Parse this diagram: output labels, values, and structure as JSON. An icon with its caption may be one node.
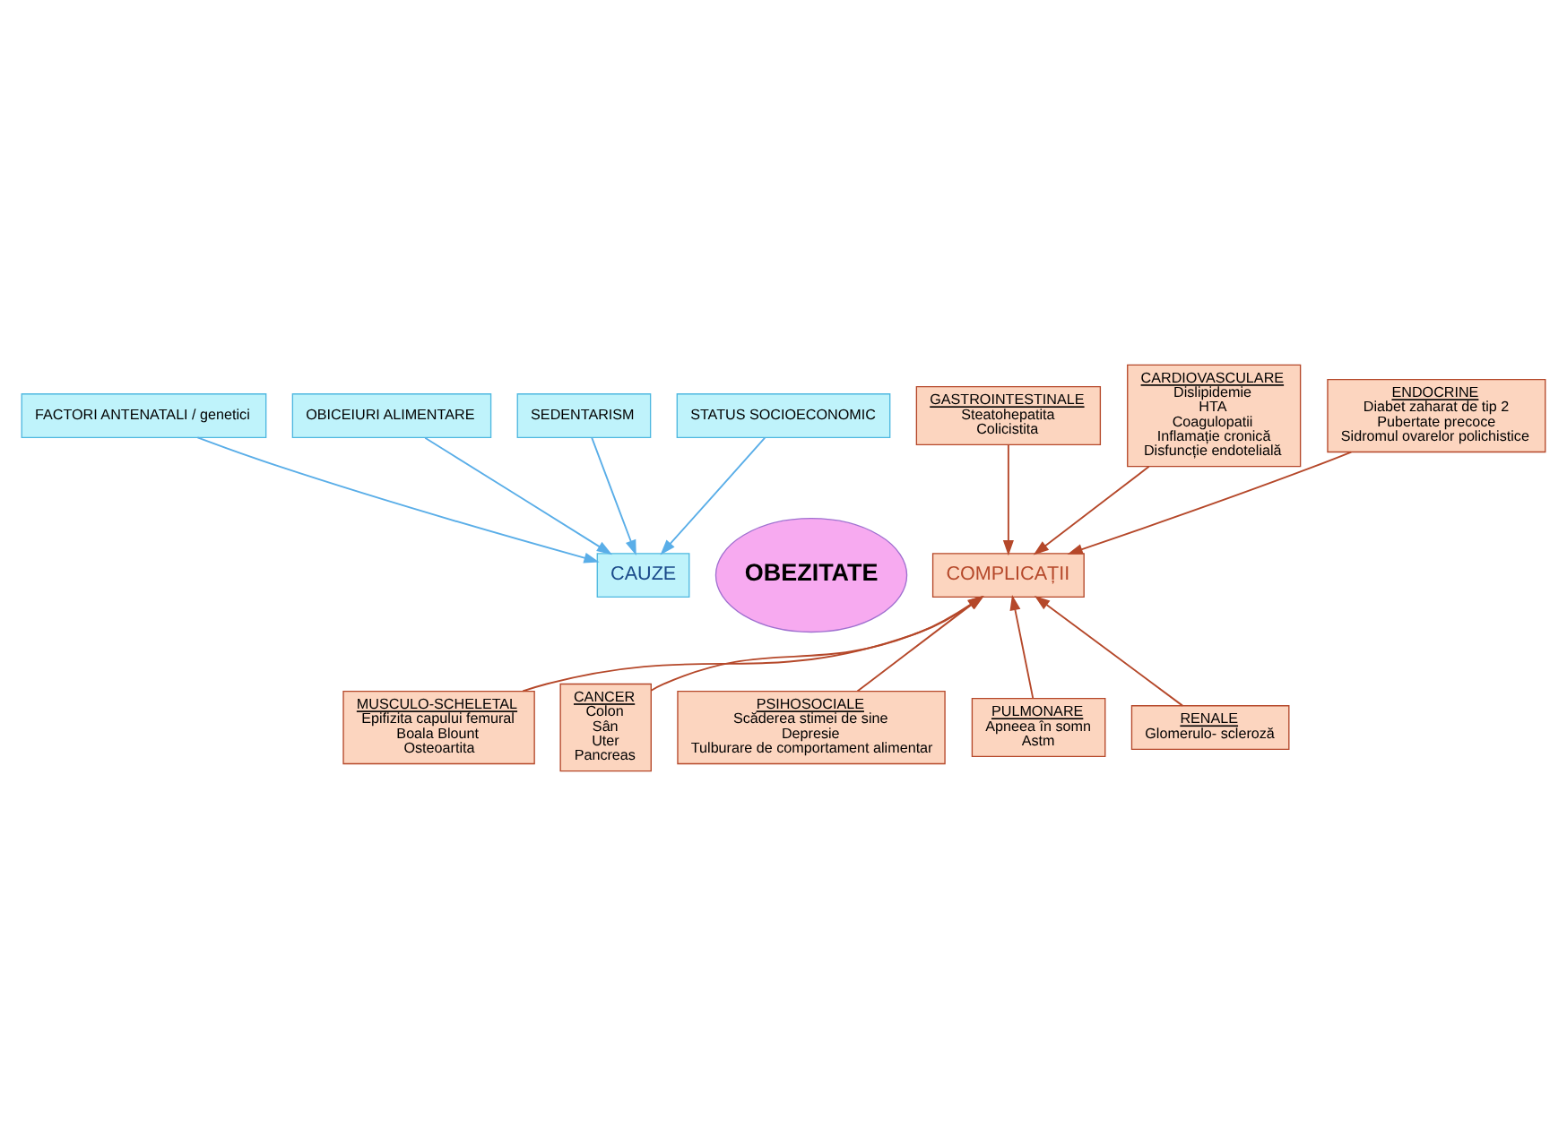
{
  "diagram": {
    "nodes": [
      {
        "text": [
          "FACTORI ANTENATALI / genetici"
        ]
      },
      {
        "text": [
          "OBICEIURI ALIMENTARE"
        ]
      },
      {
        "text": [
          "SEDENTARISM"
        ]
      },
      {
        "text": [
          "STATUS SOCIOECONOMIC"
        ]
      },
      {
        "text": [
          "CAUZE"
        ]
      },
      {
        "text": [
          "OBEZITATE"
        ]
      },
      {
        "text": [
          "COMPLICAȚII"
        ]
      },
      {
        "text": [
          "GASTROINTESTINALE",
          "Steatohepatita",
          "Colicistita"
        ]
      },
      {
        "text": [
          "CARDIOVASCULARE",
          "Dislipidemie",
          "HTA",
          "Coagulopatii",
          "Inflamație cronică",
          "Disfuncție endotelială"
        ]
      },
      {
        "text": [
          "ENDOCRINE",
          "Diabet zaharat de tip 2",
          "Pubertate precoce",
          "Sidromul ovarelor polichistice"
        ]
      },
      {
        "text": [
          "MUSCULO-SCHELETAL",
          "Epifizita capului femural",
          "Boala Blount",
          "Osteoartita"
        ]
      },
      {
        "text": [
          "CANCER",
          "Colon",
          "Sân",
          "Uter",
          "Pancreas"
        ]
      },
      {
        "text": [
          "PSIHOSOCIALE",
          "Scăderea stimei de sine",
          "Depresie",
          "Tulburare de comportament alimentar"
        ]
      },
      {
        "text": [
          "PULMONARE",
          "Apneea în somn",
          "Astm"
        ]
      },
      {
        "text": [
          "RENALE",
          "Glomerulo- scleroză"
        ]
      }
    ],
    "edges": [
      {
        "from": 0,
        "to": 4,
        "arrow": "to",
        "color": "#5aaee8"
      },
      {
        "from": 1,
        "to": 4,
        "arrow": "to",
        "color": "#5aaee8"
      },
      {
        "from": 2,
        "to": 4,
        "arrow": "to",
        "color": "#5aaee8"
      },
      {
        "from": 3,
        "to": 4,
        "arrow": "to",
        "color": "#5aaee8"
      },
      {
        "from": 7,
        "to": 6,
        "arrow": "to"
      },
      {
        "from": 8,
        "to": 6,
        "arrow": "to"
      },
      {
        "from": 9,
        "to": 6,
        "arrow": "to"
      },
      {
        "from": 10,
        "to": 6,
        "arrow": "to"
      },
      {
        "from": 11,
        "to": 6,
        "arrow": "to"
      },
      {
        "from": 12,
        "to": 6,
        "arrow": "to"
      },
      {
        "from": 13,
        "to": 6,
        "arrow": "to"
      },
      {
        "from": 14,
        "to": 6,
        "arrow": "to"
      }
    ]
  }
}
